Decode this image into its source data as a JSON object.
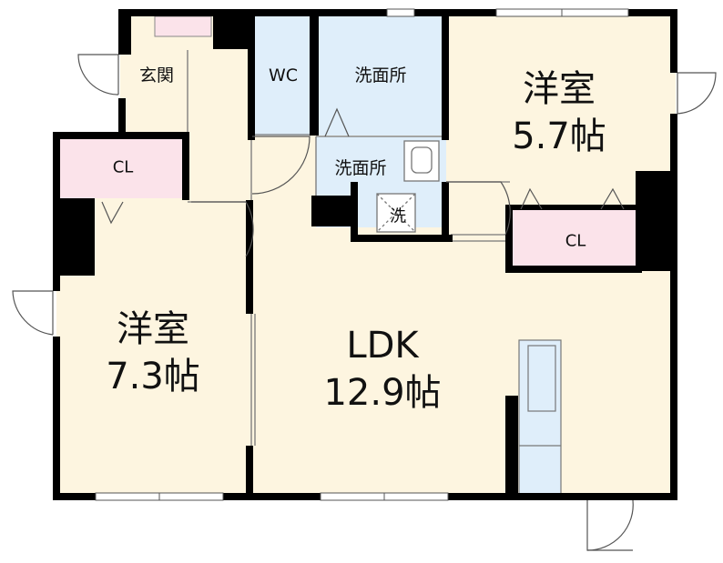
{
  "floor_plan": {
    "rooms": {
      "genkan": "玄関",
      "wc": "WC",
      "senmen_upper": "洗面所",
      "senmen_lower": "洗面所",
      "washer": "洗",
      "yoshitsu_east": {
        "name": "洋室",
        "size": "5.7帖"
      },
      "yoshitsu_west": {
        "name": "洋室",
        "size": "7.3帖"
      },
      "ldk": {
        "name": "LDK",
        "size": "12.9帖"
      },
      "closet_west": "CL",
      "closet_east": "CL"
    },
    "colors": {
      "wall": "#000000",
      "floor": "#fdf5e0",
      "wet_area": "#dfeefa",
      "closet": "#fbe3ea",
      "door_line": "#555555"
    }
  }
}
